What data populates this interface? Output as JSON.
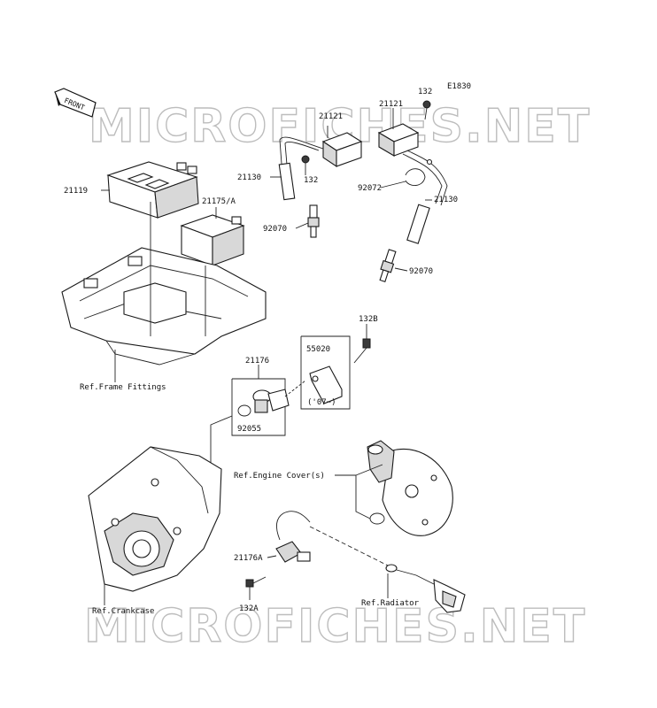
{
  "diagram_code": "E1830",
  "front_label": "FRONT",
  "watermark": "MICROFICHES.NET",
  "part_numbers": {
    "p21119": "21119",
    "p21175a": "21175/A",
    "p21121_left": "21121",
    "p21121_right": "21121",
    "p132_top": "132",
    "p132_mid": "132",
    "p21130_left": "21130",
    "p21130_right": "21130",
    "p92072": "92072",
    "p92070_left": "92070",
    "p92070_right": "92070",
    "p132b": "132B",
    "p55020": "55020",
    "p21176": "21176",
    "p92055": "92055",
    "p21176a": "21176A",
    "p132a": "132A"
  },
  "notes": {
    "year_note": "('07~)"
  },
  "references": {
    "frame_fittings": "Ref.Frame Fittings",
    "engine_cover": "Ref.Engine Cover(s)",
    "crankcase": "Ref.Crankcase",
    "radiator": "Ref.Radiator"
  }
}
